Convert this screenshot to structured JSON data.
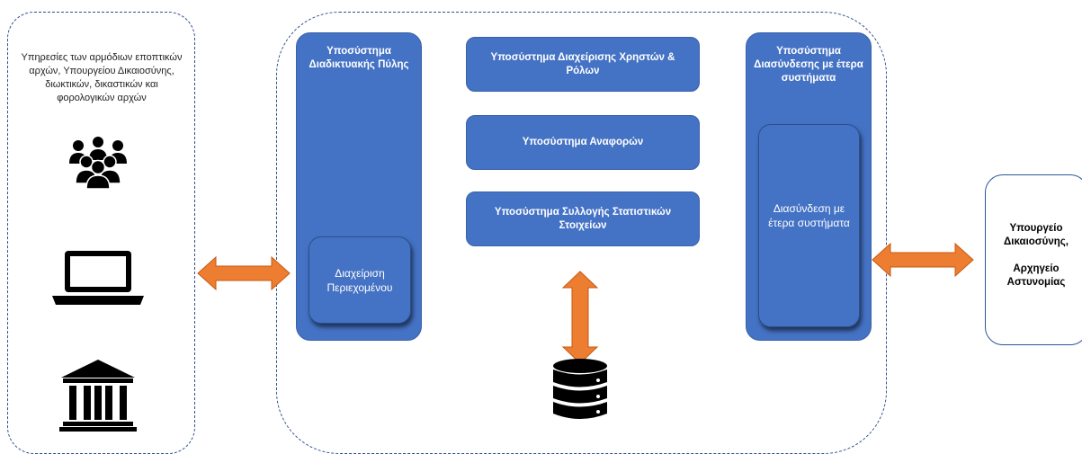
{
  "left_panel": {
    "text": "Υπηρεσίες των αρμόδιων εποπτικών αρχών, Υπουργείου Δικαιοσύνης, διωκτικών, δικαστικών και φορολογικών αρχών",
    "icons": [
      "users-group-icon",
      "laptop-icon",
      "bank-building-icon"
    ]
  },
  "portal": {
    "title": "Υποσύστημα Διαδικτυακής Πύλης",
    "inner": "Διαχείριση Περιεχομένου"
  },
  "center_boxes": [
    "Υποσύστημα Διαχείρισης Χρηστών & Ρόλων",
    "Υποσύστημα Αναφορών",
    "Υποσύστημα Συλλογής Στατιστικών Στοιχείων"
  ],
  "interconnect": {
    "title": "Υποσύστημα Διασύνδεσης με έτερα συστήματα",
    "inner": "Διασύνδεση με έτερα συστήματα"
  },
  "right_box": {
    "text": "Υπουργείο Δικαιοσύνης,\n\nΑρχηγείο Αστυνομίας"
  },
  "database": {
    "icon": "database-icon"
  },
  "colors": {
    "box_fill": "#4472c4",
    "arrow_fill": "#ed7d31",
    "dashed_border": "#2f4f8f",
    "right_border": "#2f5597"
  }
}
